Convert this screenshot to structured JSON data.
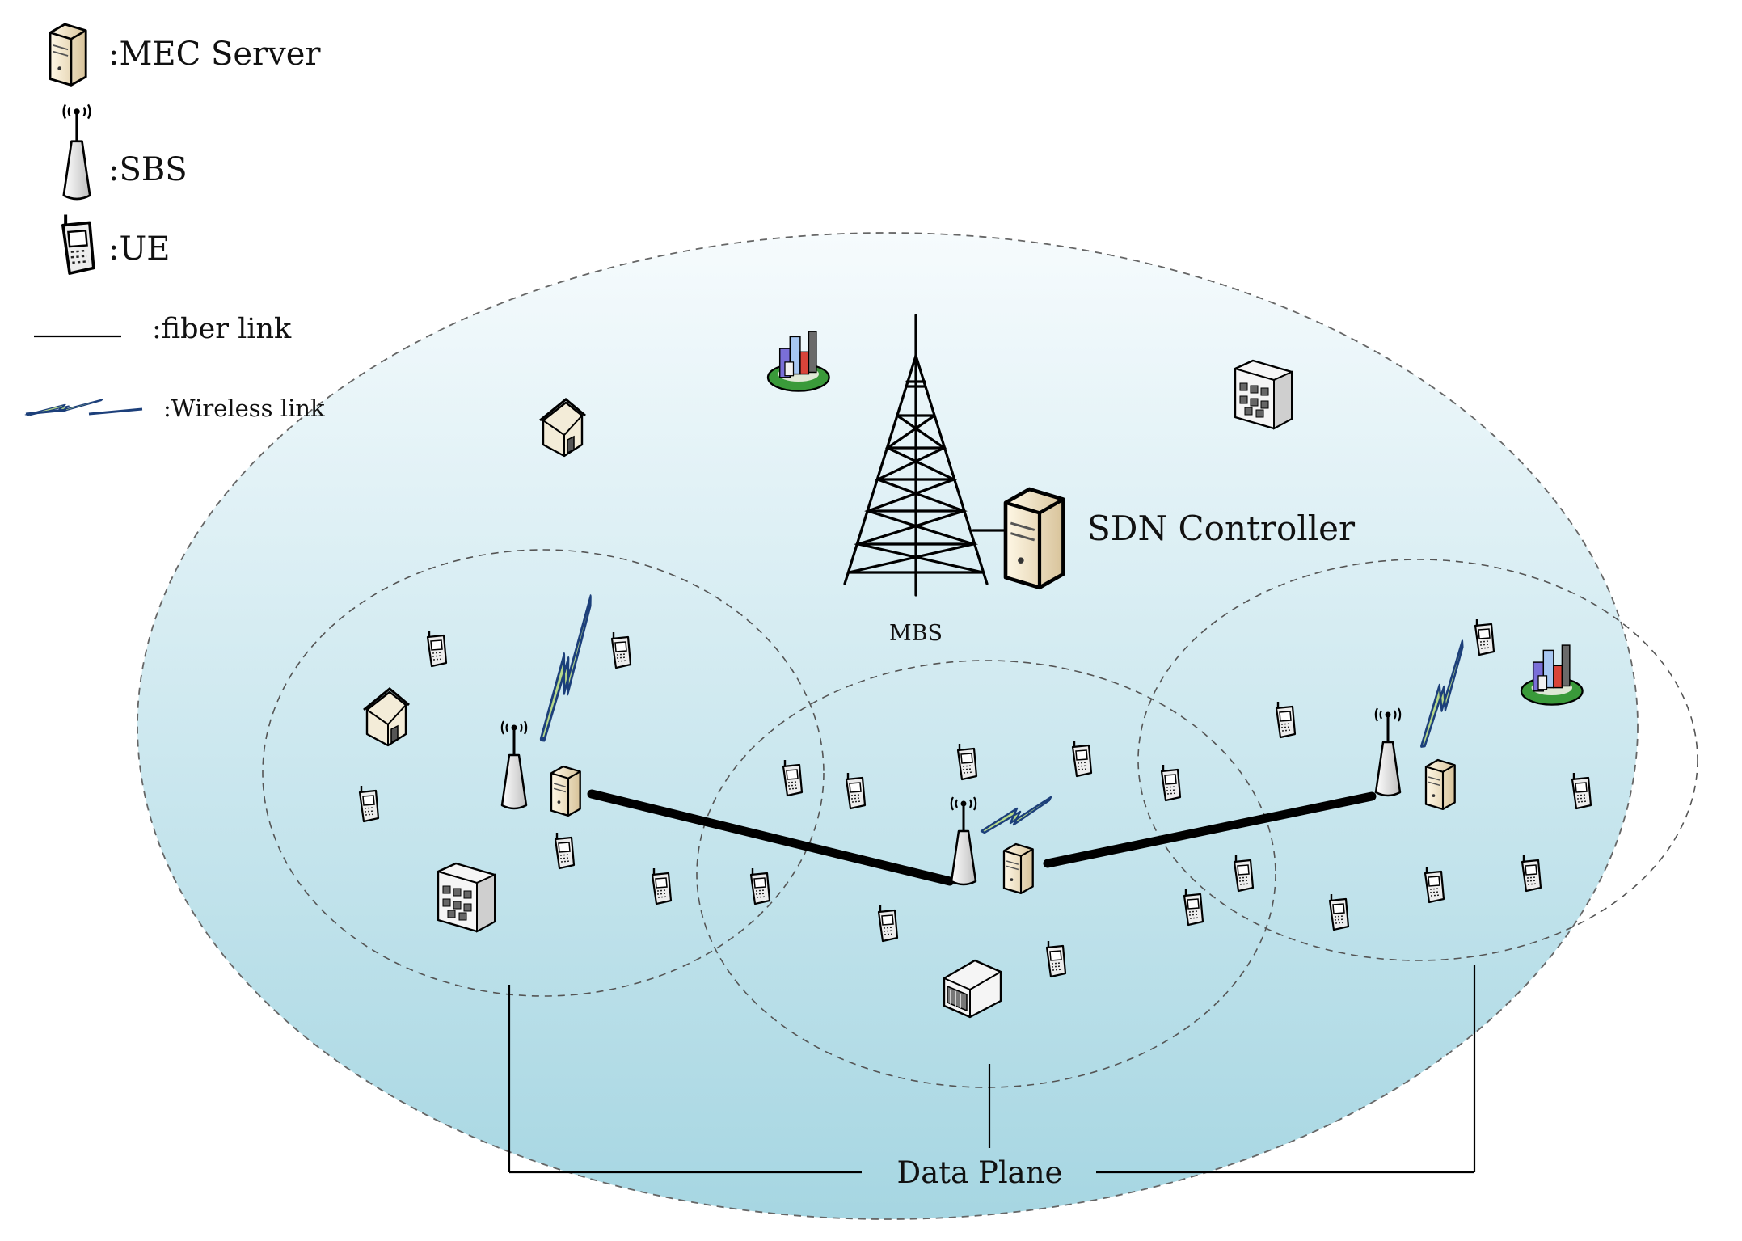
{
  "legend": {
    "mec_server": ":MEC Server",
    "sbs": ":SBS",
    "ue": ":UE",
    "fiber_link": ":fiber link",
    "wireless_link": ":Wireless link"
  },
  "labels": {
    "mbs": "MBS",
    "sdn_controller": "SDN Controller",
    "data_plane": "Data Plane"
  },
  "icons": {
    "mec_server": "server-icon",
    "sbs": "small-base-station-icon",
    "ue": "mobile-phone-icon",
    "mbs": "macro-tower-icon",
    "house": "house-icon",
    "office": "office-building-icon",
    "factory": "factory-icon",
    "city": "city-icon"
  },
  "colors": {
    "macro_cell_fill_top": "#f3fafc",
    "macro_cell_fill_bottom": "#a9d8e3",
    "cell_outline": "#555555",
    "fiber_link": "#000000",
    "wireless_bolt": "#1c3f7a",
    "wireless_bolt_fill": "#b7d98a",
    "server_body": "#f1e4c4"
  }
}
